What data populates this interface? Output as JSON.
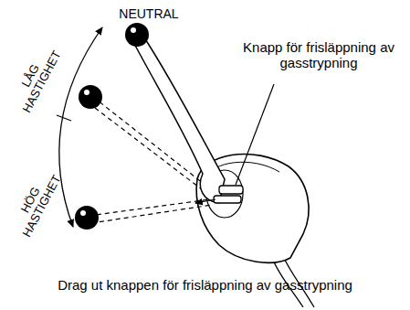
{
  "diagram": {
    "caption": "Drag ut knappen för frisläppning av gasstrypning",
    "labels": [
      "NEUTRAL",
      "LÅG HASTIGHET",
      "HÖG HASTIGHET",
      "Knapp för frisläppning av gasstrypning"
    ]
  }
}
